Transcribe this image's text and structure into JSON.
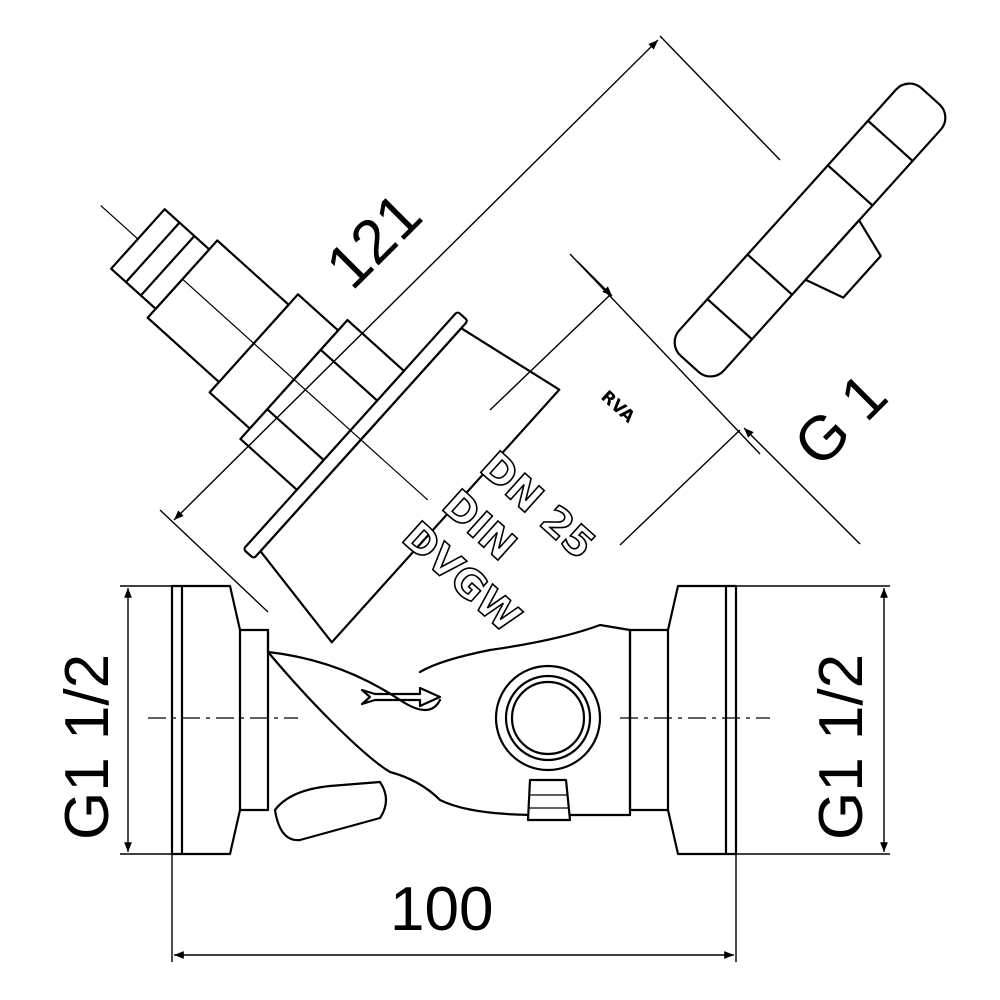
{
  "dimensions": {
    "overall_length": "121",
    "spindle_thread": "G 1",
    "left_connection": "G1 1/2",
    "right_connection": "G1 1/2",
    "face_to_face": "100"
  },
  "body_markings": {
    "brand": "RVA",
    "nominal_size": "DN 25",
    "standard": "DIN",
    "approval": "DVGW"
  }
}
